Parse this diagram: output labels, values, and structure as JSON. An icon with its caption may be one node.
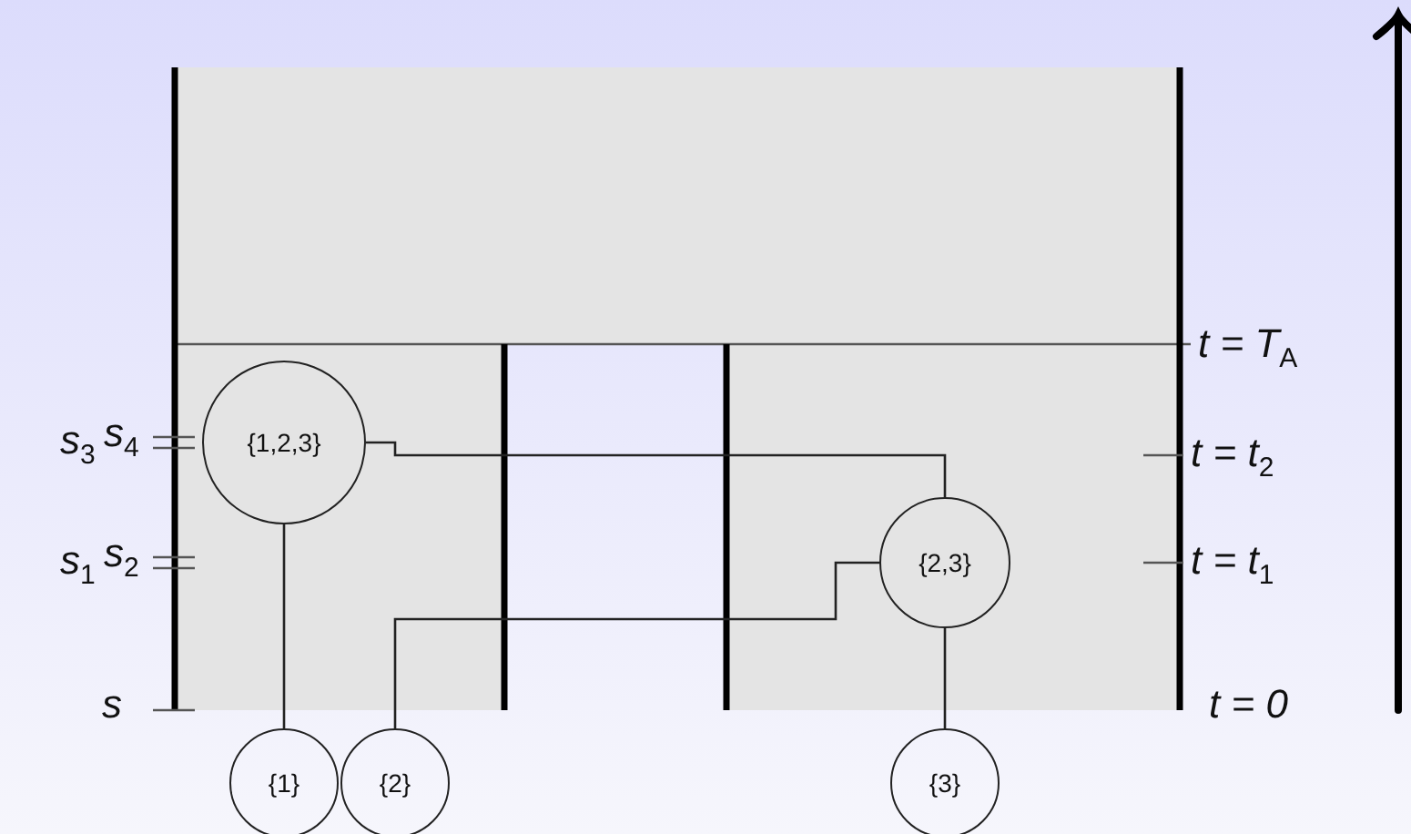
{
  "diagram": {
    "nodes": [
      {
        "text": [
          "{1,2,3}"
        ]
      },
      {
        "text": [
          "{2,3}"
        ]
      },
      {
        "text": [
          "{1}"
        ]
      },
      {
        "text": [
          "{2}"
        ]
      },
      {
        "text": [
          "{3}"
        ]
      }
    ],
    "edges": [
      {
        "from": 2,
        "to": 0,
        "arrow": "none"
      },
      {
        "from": 3,
        "to": 1,
        "arrow": "none"
      },
      {
        "from": 4,
        "to": 1,
        "arrow": "none"
      },
      {
        "from": 1,
        "to": 0,
        "arrow": "none"
      }
    ],
    "labels": [
      "s$_{3}$",
      "s$_{4}$",
      "*t* = *T*$_{A}$",
      "*t* = *t*$_{2}$",
      "s$_{1}$",
      "s$_{2}$",
      "*t* = *t*$_{1}$",
      "s",
      "*t* = 0"
    ]
  }
}
